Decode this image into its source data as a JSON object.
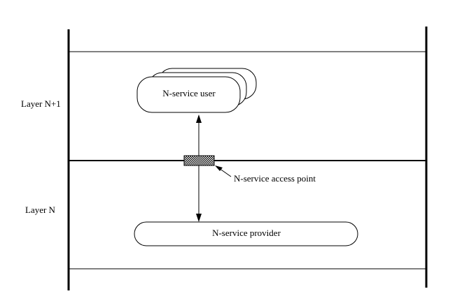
{
  "labels": {
    "layer_upper": "Layer N+1",
    "layer_lower": "Layer N",
    "service_user": "N-service user",
    "service_access_point": "N-service access point",
    "service_provider": "N-service provider"
  },
  "colors": {
    "line": "#000000",
    "background": "#ffffff",
    "access_point_fill": "#555555"
  }
}
